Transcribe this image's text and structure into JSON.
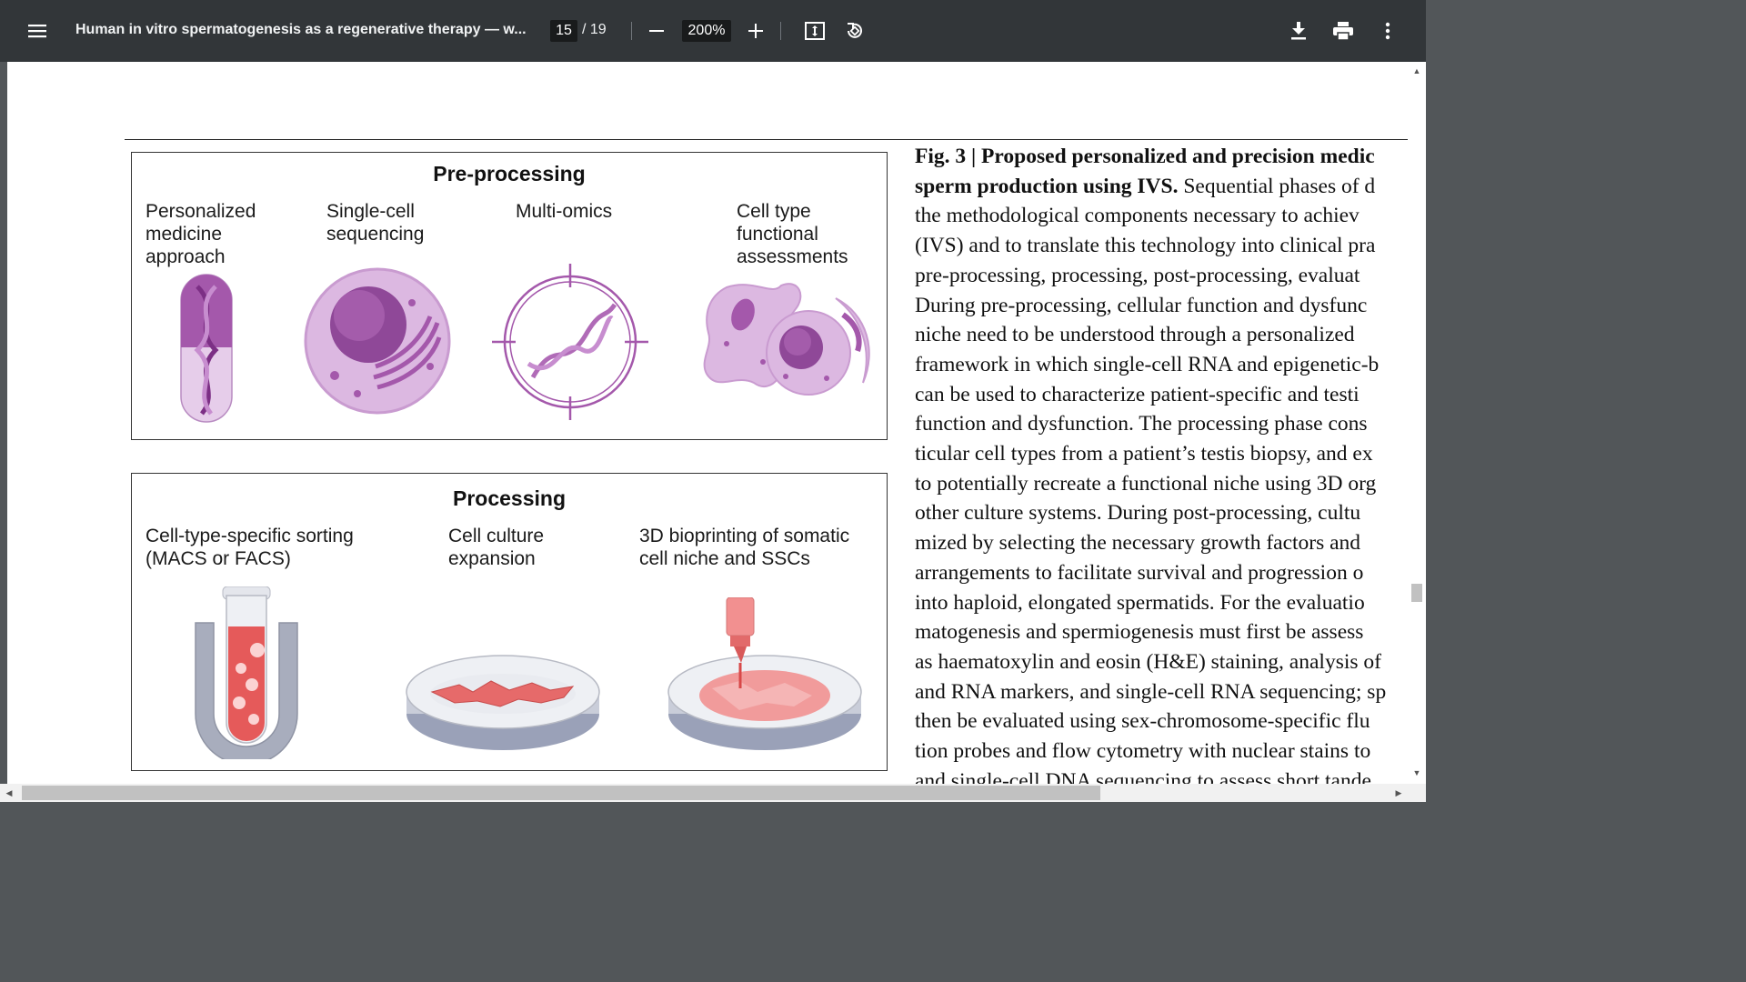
{
  "toolbar": {
    "menu_icon": "hamburger-menu-icon",
    "title": "Human in vitro spermatogenesis as a regenerative therapy — w...",
    "current_page": "15",
    "page_total": "/ 19",
    "zoom": "200%",
    "icons": [
      "minus-icon",
      "plus-icon",
      "fit-page-icon",
      "rotate-icon",
      "download-icon",
      "print-icon",
      "more-vert-icon"
    ]
  },
  "figure": {
    "preprocessing": {
      "title": "Pre-processing",
      "labels": [
        "Personalized\nmedicine\napproach",
        "Single-cell\nsequencing",
        "Multi-omics",
        "Cell type\nfunctional\nassessments"
      ]
    },
    "processing": {
      "title": "Processing",
      "labels": [
        "Cell-type-specific sorting\n(MACS or FACS)",
        "Cell culture\nexpansion",
        "3D bioprinting of somatic\ncell niche and SSCs"
      ]
    }
  },
  "caption": {
    "bold_lead": "Fig. 3 | Proposed personalized and precision medic",
    "lines": [
      "sperm production using IVS.",
      " Sequential phases of d",
      "the methodological components necessary to achiev",
      "(IVS) and to translate this technology into clinical pra",
      "pre-processing, processing, post-processing, evaluat",
      "During pre-processing, cellular function and dysfunc",
      "niche need to be understood through a personalized",
      "framework in which single-cell RNA and epigenetic-b",
      "can be used to characterize patient-specific and testi",
      "function and dysfunction. The processing phase cons",
      "ticular cell types from a patient’s testis biopsy, and ex",
      "to potentially recreate a functional niche using 3D org",
      "other culture systems. During post-processing, cultu",
      "mized by selecting the necessary growth factors and",
      "arrangements to facilitate survival and progression o",
      "into haploid, elongated spermatids. For the evaluatio",
      "matogenesis and spermiogenesis must first be assess",
      "as haematoxylin and eosin (H&E) staining, analysis of",
      "and RNA markers, and single-cell RNA sequencing; sp",
      "then be evaluated using sex-chromosome-specific flu",
      "tion probes and flow cytometry with nuclear stains to",
      "and single-cell DNA sequencing to assess short tande"
    ]
  },
  "colors": {
    "toolbar_bg": "#323639",
    "viewer_bg": "#525659",
    "purple_light": "#e2c6e6",
    "purple_dark": "#9c4fa3",
    "red": "#e86a6a"
  }
}
